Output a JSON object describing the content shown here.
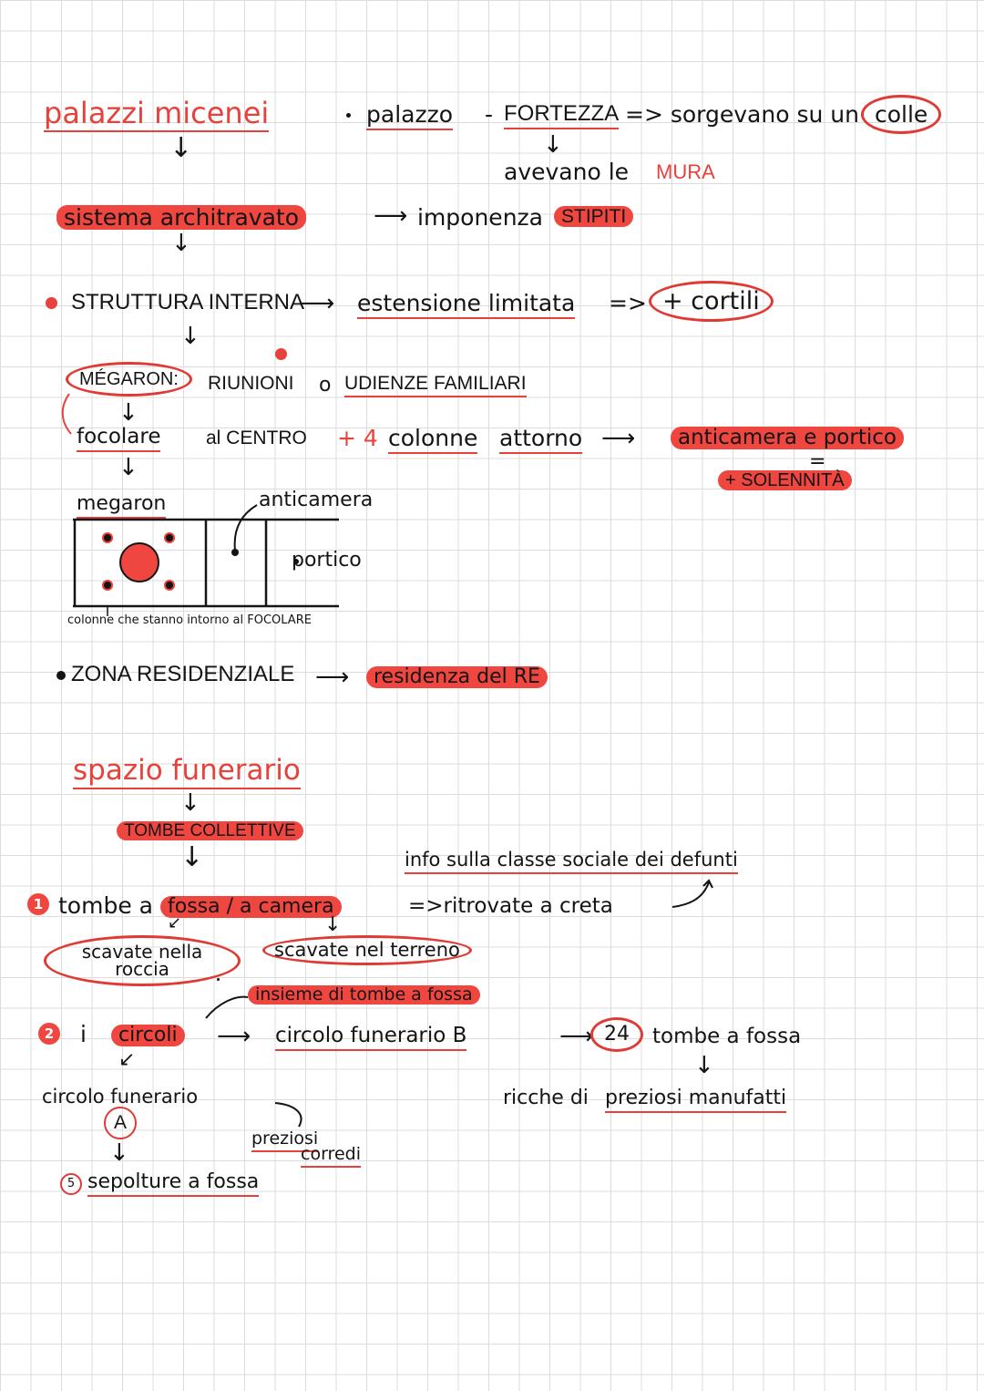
{
  "colors": {
    "accent": "#e8413b",
    "ink": "#141414",
    "grid": "#dcdcdc"
  },
  "palazzi": {
    "title": "palazzi micenei",
    "palazzo": "palazzo",
    "fortezza": "FORTEZZA",
    "sorgevano": "=> sorgevano su un",
    "colle": "colle",
    "avevano": "avevano le",
    "mura": "MURA",
    "sistema": "sistema architravato",
    "imponenza": "imponenza",
    "stipiti": "STIPITI"
  },
  "struttura": {
    "label": "STRUTTURA INTERNA",
    "estensione": "estensione limitata",
    "cortili": "+ cortili",
    "megaron": "MÉGARON:",
    "riunioni": "RIUNIONI",
    "o": "o",
    "udienze": "UDIENZE FAMILIARI",
    "focolare": "focolare",
    "al_centro": "al CENTRO",
    "piu4": "+ 4",
    "colonne": "colonne",
    "attorno": "attorno",
    "anticamera_portico": "anticamera e portico",
    "uguale": "=",
    "solennita": "+ SOLENNITÀ"
  },
  "diagram": {
    "megaron": "megaron",
    "anticamera": "anticamera",
    "portico": "portico",
    "caption": "colonne che stanno intorno al FOCOLARE"
  },
  "zona": {
    "label": "ZONA RESIDENZIALE",
    "residenza": "residenza del RE"
  },
  "spazio": {
    "title": "spazio funerario",
    "tombe_collettive": "TOMBE COLLETTIVE",
    "info": "info sulla classe sociale dei defunti",
    "n1": "1",
    "tombe_a": "tombe a",
    "fossa_camera": "fossa / a camera",
    "ritrovate": "=>ritrovate a creta",
    "scavate_roccia": "scavate nella roccia",
    "scavate_terreno": "scavate nel terreno",
    "insieme": "insieme di tombe a fossa",
    "n2": "2",
    "i": "i",
    "circoli": "circoli",
    "circolo_b": "circolo funerario B",
    "n24": "24",
    "tombe_fossa": "tombe a fossa",
    "ricche_di": "ricche di",
    "preziosi_manufatti": "preziosi manufatti",
    "circolo_a": "circolo funerario",
    "a": "A",
    "preziosi": "preziosi",
    "corredi": "corredi",
    "n5": "5",
    "sepolture": "sepolture a fossa"
  }
}
